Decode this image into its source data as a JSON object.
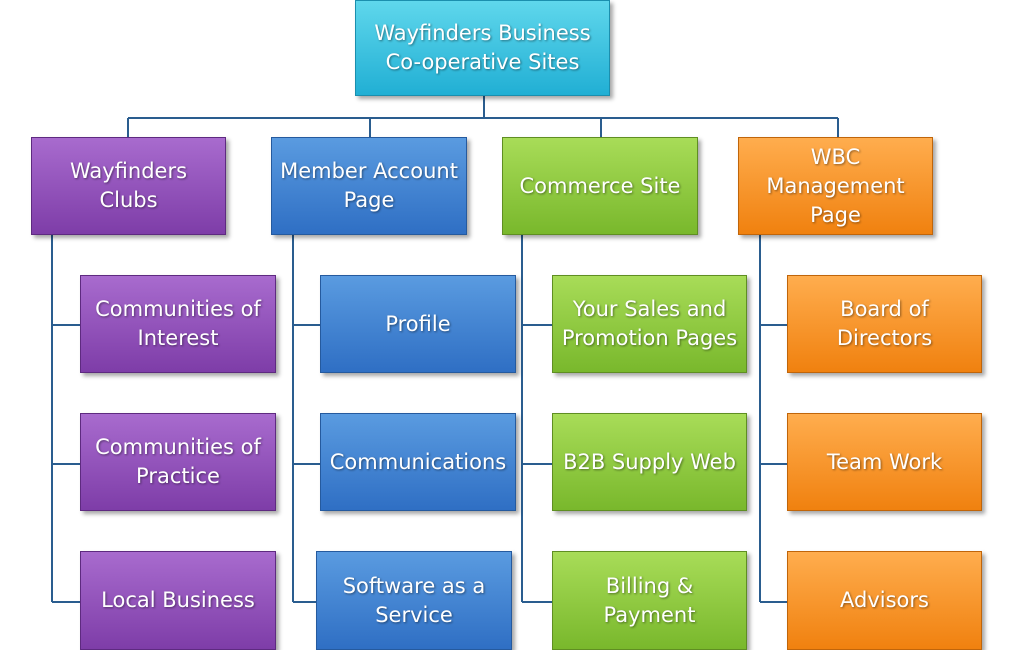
{
  "root": {
    "label": "Wayfinders Business Co-operative Sites",
    "color": "#29b6dc"
  },
  "branches": [
    {
      "label": "Wayfinders Clubs",
      "color": "#8547b0",
      "children": [
        "Communities of Interest",
        "Communities of Practice",
        "Local Business"
      ]
    },
    {
      "label": "Member Account Page",
      "color": "#3a7ecf",
      "children": [
        "Profile",
        "Communications",
        "Software as a Service"
      ]
    },
    {
      "label": "Commerce Site",
      "color": "#86c43a",
      "children": [
        "Your Sales and Promotion Pages",
        "B2B Supply Web",
        "Billing & Payment"
      ]
    },
    {
      "label": "WBC Management Page",
      "color": "#f58a1f",
      "children": [
        "Board of Directors",
        "Team Work",
        "Advisors"
      ]
    }
  ],
  "connector_color": "#2a5d8f"
}
